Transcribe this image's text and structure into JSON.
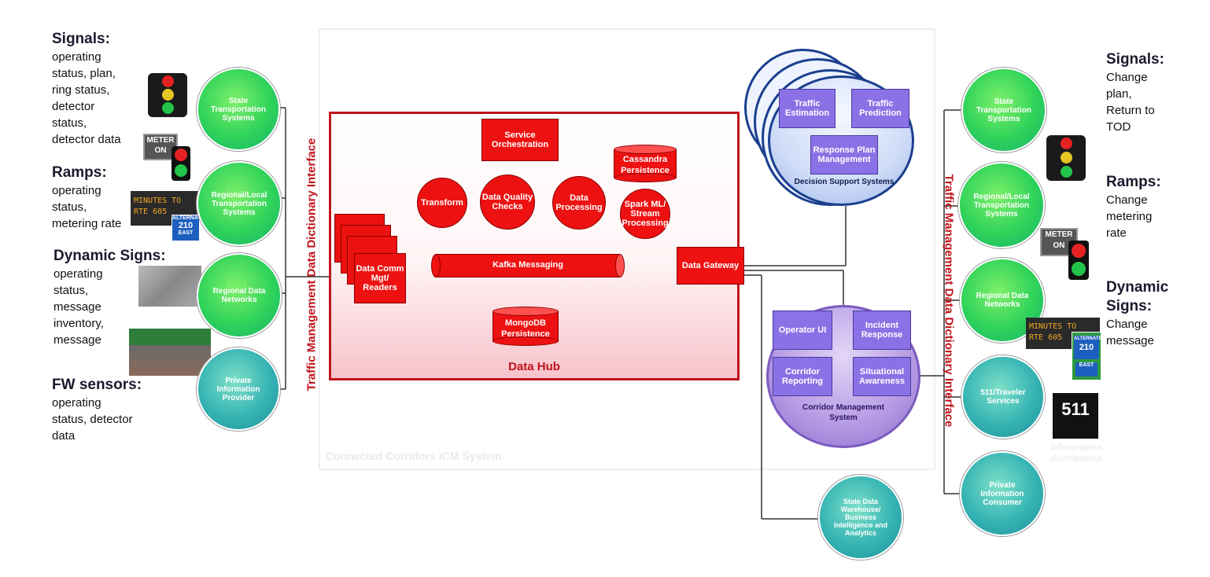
{
  "left_panel": {
    "signals": {
      "title": "Signals:",
      "lines": [
        "operating",
        "status, plan,",
        "ring status,",
        "detector",
        "status,",
        "detector data"
      ]
    },
    "ramps": {
      "title": "Ramps:",
      "lines": [
        "operating",
        "status,",
        "metering rate"
      ]
    },
    "dynamic_signs": {
      "title": "Dynamic Signs:",
      "lines": [
        "operating",
        "status,",
        "message",
        "inventory,",
        "message"
      ]
    },
    "fw_sensors": {
      "title": "FW sensors:",
      "lines": [
        "operating",
        "status, detector",
        "data"
      ]
    }
  },
  "left_nodes": [
    {
      "label": "State Transportation Systems"
    },
    {
      "label": "Regional/Local Transportation Systems"
    },
    {
      "label": "Regional Data Networks"
    },
    {
      "label": "Private Information Provider"
    }
  ],
  "left_interface_label": "Traffic Management Data Dictionary Interface",
  "right_interface_label": "Traffic Management Data Dictionary Interface",
  "data_hub": {
    "title": "Data Hub",
    "service_orchestration": "Service Orchestration",
    "cassandra": "Cassandra Persistence",
    "transform": "Transform",
    "data_quality": "Data Quality Checks",
    "data_processing": "Data Processing",
    "spark": "Spark ML/ Stream Processing",
    "kafka": "Kafka Messaging",
    "mongodb": "MongoDB Persistence",
    "data_comm": "Data Comm Mgt/ Readers",
    "data_gateway": "Data Gateway"
  },
  "decision_support": {
    "title": "Decision Support Systems",
    "traffic_estimation": "Traffic Estimation",
    "traffic_prediction": "Traffic Prediction",
    "response_plan": "Response Plan Management"
  },
  "corridor_mgmt": {
    "title": "Corridor Management System",
    "operator_ui": "Operator UI",
    "incident_response": "Incident Response",
    "corridor_reporting": "Corridor Reporting",
    "situational_awareness": "Situational Awareness"
  },
  "warehouse": {
    "label": "State Data Warehouse/ Business Intelligence and Analytics"
  },
  "system_label": "Connected Corridors ICM System",
  "right_nodes": [
    {
      "label": "State Transportation Systems"
    },
    {
      "label": "Regional/Local Transportation Systems"
    },
    {
      "label": "Regional Data Networks"
    },
    {
      "label": "511/Traveler Services"
    },
    {
      "label": "Private Information Consumer"
    }
  ],
  "right_panel": {
    "signals": {
      "title": "Signals:",
      "lines": [
        "Change",
        "plan,",
        "Return to",
        "TOD"
      ]
    },
    "ramps": {
      "title": "Ramps:",
      "lines": [
        "Change",
        "metering",
        "rate"
      ]
    },
    "dynamic_signs": {
      "title": [
        "Dynamic",
        "Signs:"
      ],
      "lines": [
        "Change",
        "message"
      ]
    }
  },
  "icons": {
    "meter_text": "METER",
    "meter_on": "ON",
    "cms_text": [
      "MINUTES TO",
      "RTE 605"
    ],
    "shield_alt": "ALTERNATE",
    "shield_num": "210",
    "shield_dir": "EAST",
    "badge_511": "511",
    "badge_511_caption": [
      "Information",
      "distribution"
    ]
  },
  "colors": {
    "hub_red": "#ee1111",
    "label_red": "#c0141c",
    "purple": "#8a72e6",
    "green": "#2fd35a",
    "teal": "#35b4b4"
  }
}
